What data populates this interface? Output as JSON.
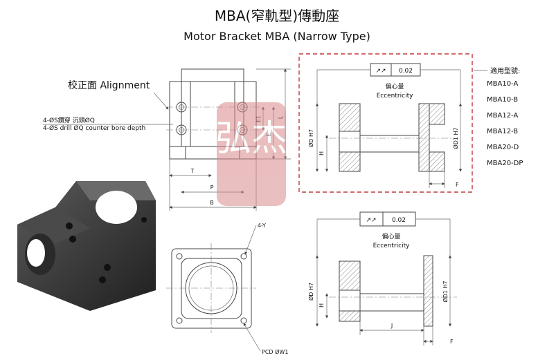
{
  "title_cn": "MBA(窄軌型)傳動座",
  "title_en": "Motor Bracket MBA (Narrow Type)",
  "alignment_label": "校正面 Alignment",
  "hole_note_cn": "4-ØS鑽穿  沉頭ØQ",
  "hole_note_en": "4-ØS drill ØQ counter bore depth",
  "side_view_dims": {
    "T": "T",
    "P": "P",
    "B": "B",
    "E1": "E1",
    "E": "E",
    "L": "L"
  },
  "front_view": {
    "holes_label": "4-Y",
    "pcd_label": "PCD  ØW1"
  },
  "section_top": {
    "tolerance_value": "0.02",
    "eccentricity_cn": "偏心量",
    "eccentricity_en": "Eccentricity",
    "dim_D": "ØD H7",
    "dim_H": "H",
    "dim_D1": "ØD1 H7",
    "dim_F": "F"
  },
  "section_bottom": {
    "tolerance_value": "0.02",
    "eccentricity_cn": "偏心量",
    "eccentricity_en": "Eccentricity",
    "dim_D": "ØD H7",
    "dim_H": "H",
    "dim_D1": "ØD1 H7",
    "dim_J": "J",
    "dim_F": "F"
  },
  "models": {
    "header": "適用型號:",
    "items": [
      "MBA10-A",
      "MBA10-B",
      "MBA12-A",
      "MBA12-B",
      "MBA20-D",
      "MBA20-DP"
    ]
  },
  "watermark_text": "弘杰",
  "colors": {
    "frame_red": "#c0393b",
    "watermark_red": "#d98a8a",
    "line": "#444444"
  }
}
